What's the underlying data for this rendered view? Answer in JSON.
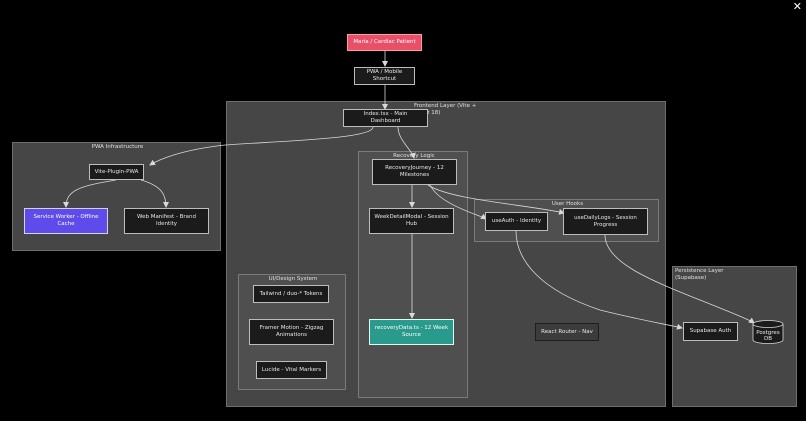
{
  "close_label": "✕",
  "clusters": {
    "frontend": "Frontend Layer (Vite + React 18)",
    "pwa": "PWA Infrastructure",
    "recovery": "Recovery Logic",
    "hooks": "User Hooks",
    "ui": "UI/Design System",
    "persistence": "Persistence Layer (Supabase)"
  },
  "nodes": {
    "patient": "Maria / Cardiac Patient",
    "pwa_shortcut": "PWA / Mobile Shortcut",
    "index": "Index.tsx - Main Dashboard",
    "vite_pwa": "Vite-Plugin-PWA",
    "service_worker": "Service Worker - Offline Cache",
    "manifest": "Web Manifest - Brand Identity",
    "journey": "RecoveryJourney - 12 Milestones",
    "week_modal": "WeekDetailModal - Session Hub",
    "recovery_data": "recoveryData.ts - 12 Week Source",
    "use_auth": "useAuth - Identity",
    "use_daily_logs": "useDailyLogs - Session Progress",
    "tailwind": "Tailwind / duo-* Tokens",
    "framer": "Framer Motion - Zigzag Animations",
    "lucide": "Lucide - Vital Markers",
    "router": "React Router - Nav",
    "supabase_auth": "Supabase Auth",
    "postgres": "Postgres DB"
  },
  "colors": {
    "patient": "#e8506a",
    "service_worker": "#5e4bea",
    "recovery_data": "#2a9a8c",
    "cluster": "#464646",
    "edge": "#d9d9d9"
  }
}
